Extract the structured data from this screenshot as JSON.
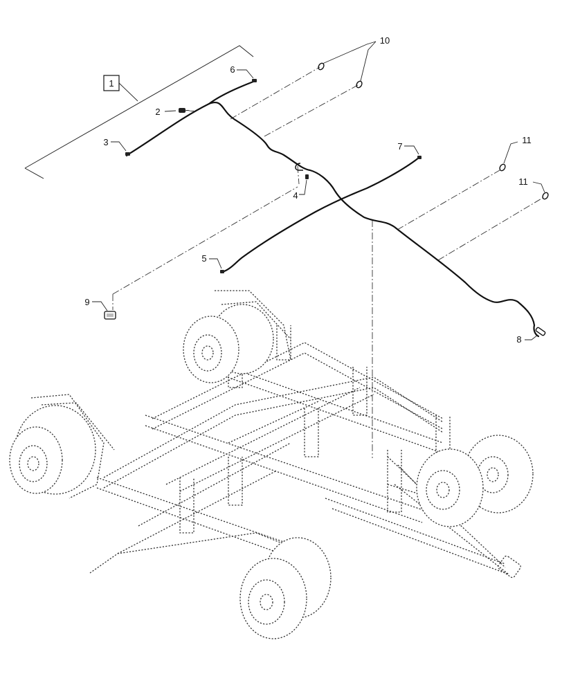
{
  "diagram": {
    "callouts": [
      {
        "id": "c1",
        "label": "1",
        "boxed": true
      },
      {
        "id": "c2",
        "label": "2"
      },
      {
        "id": "c3",
        "label": "3"
      },
      {
        "id": "c4",
        "label": "4"
      },
      {
        "id": "c5",
        "label": "5"
      },
      {
        "id": "c6",
        "label": "6"
      },
      {
        "id": "c7",
        "label": "7"
      },
      {
        "id": "c8",
        "label": "8"
      },
      {
        "id": "c9",
        "label": "9"
      },
      {
        "id": "c10",
        "label": "10"
      },
      {
        "id": "c11a",
        "label": "11"
      },
      {
        "id": "c11b",
        "label": "11"
      }
    ],
    "colors": {
      "ink": "#111111",
      "background": "#ffffff"
    }
  }
}
